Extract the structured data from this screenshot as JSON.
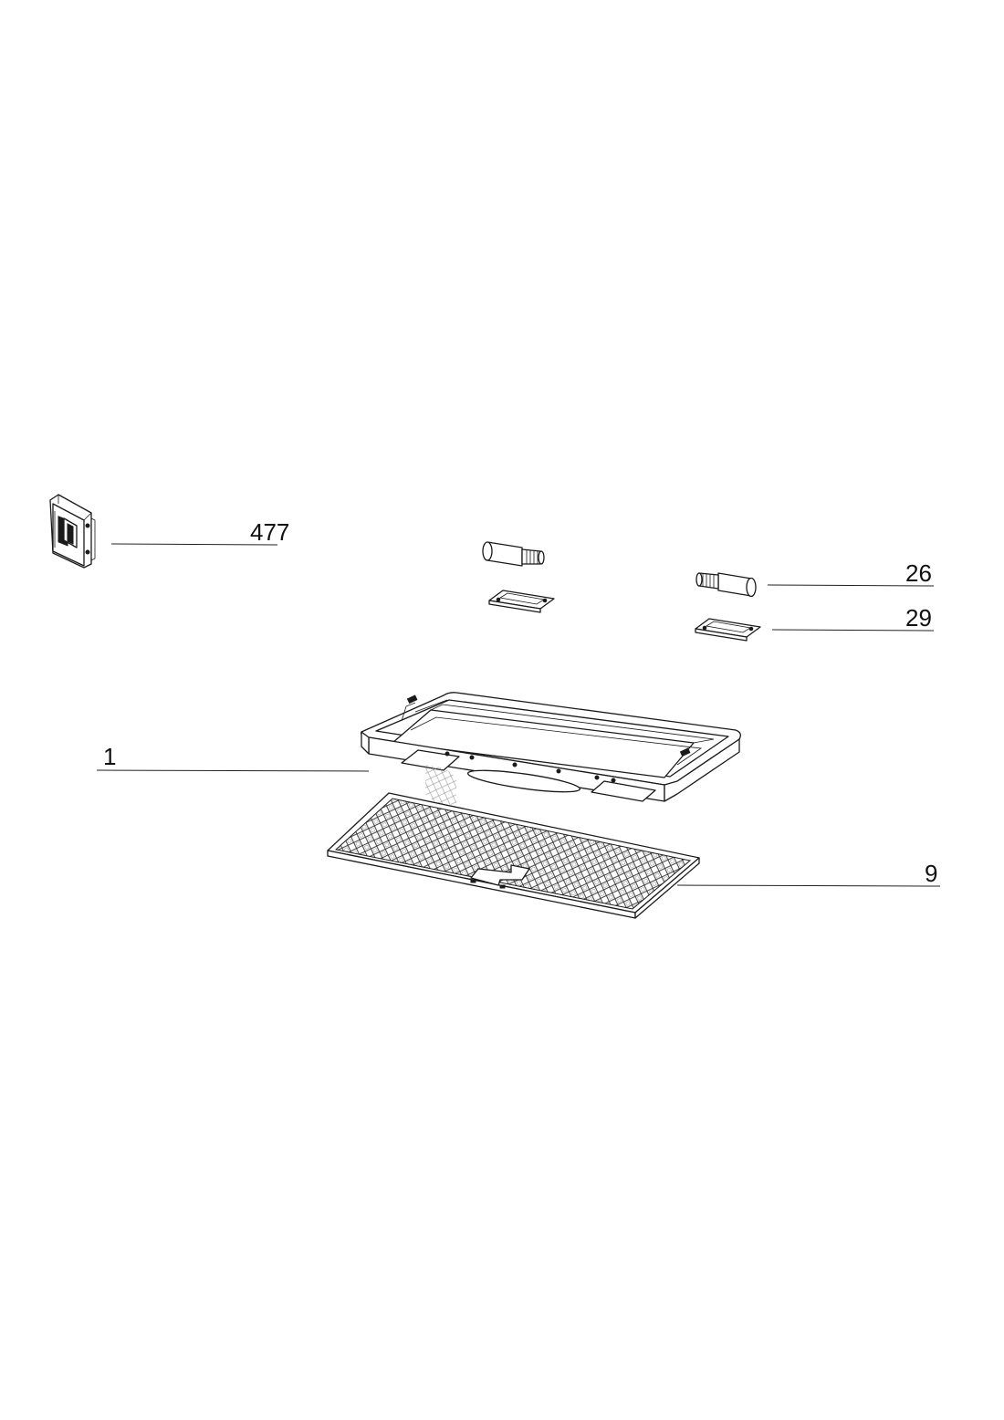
{
  "diagram": {
    "callouts": [
      {
        "id": "bracket",
        "label": "477"
      },
      {
        "id": "bolt",
        "label": "26"
      },
      {
        "id": "lamp-holder",
        "label": "29"
      },
      {
        "id": "frame",
        "label": "1"
      },
      {
        "id": "grease-filter",
        "label": "9"
      }
    ]
  },
  "colors": {
    "line": "#1a1a1a",
    "background": "#ffffff"
  }
}
